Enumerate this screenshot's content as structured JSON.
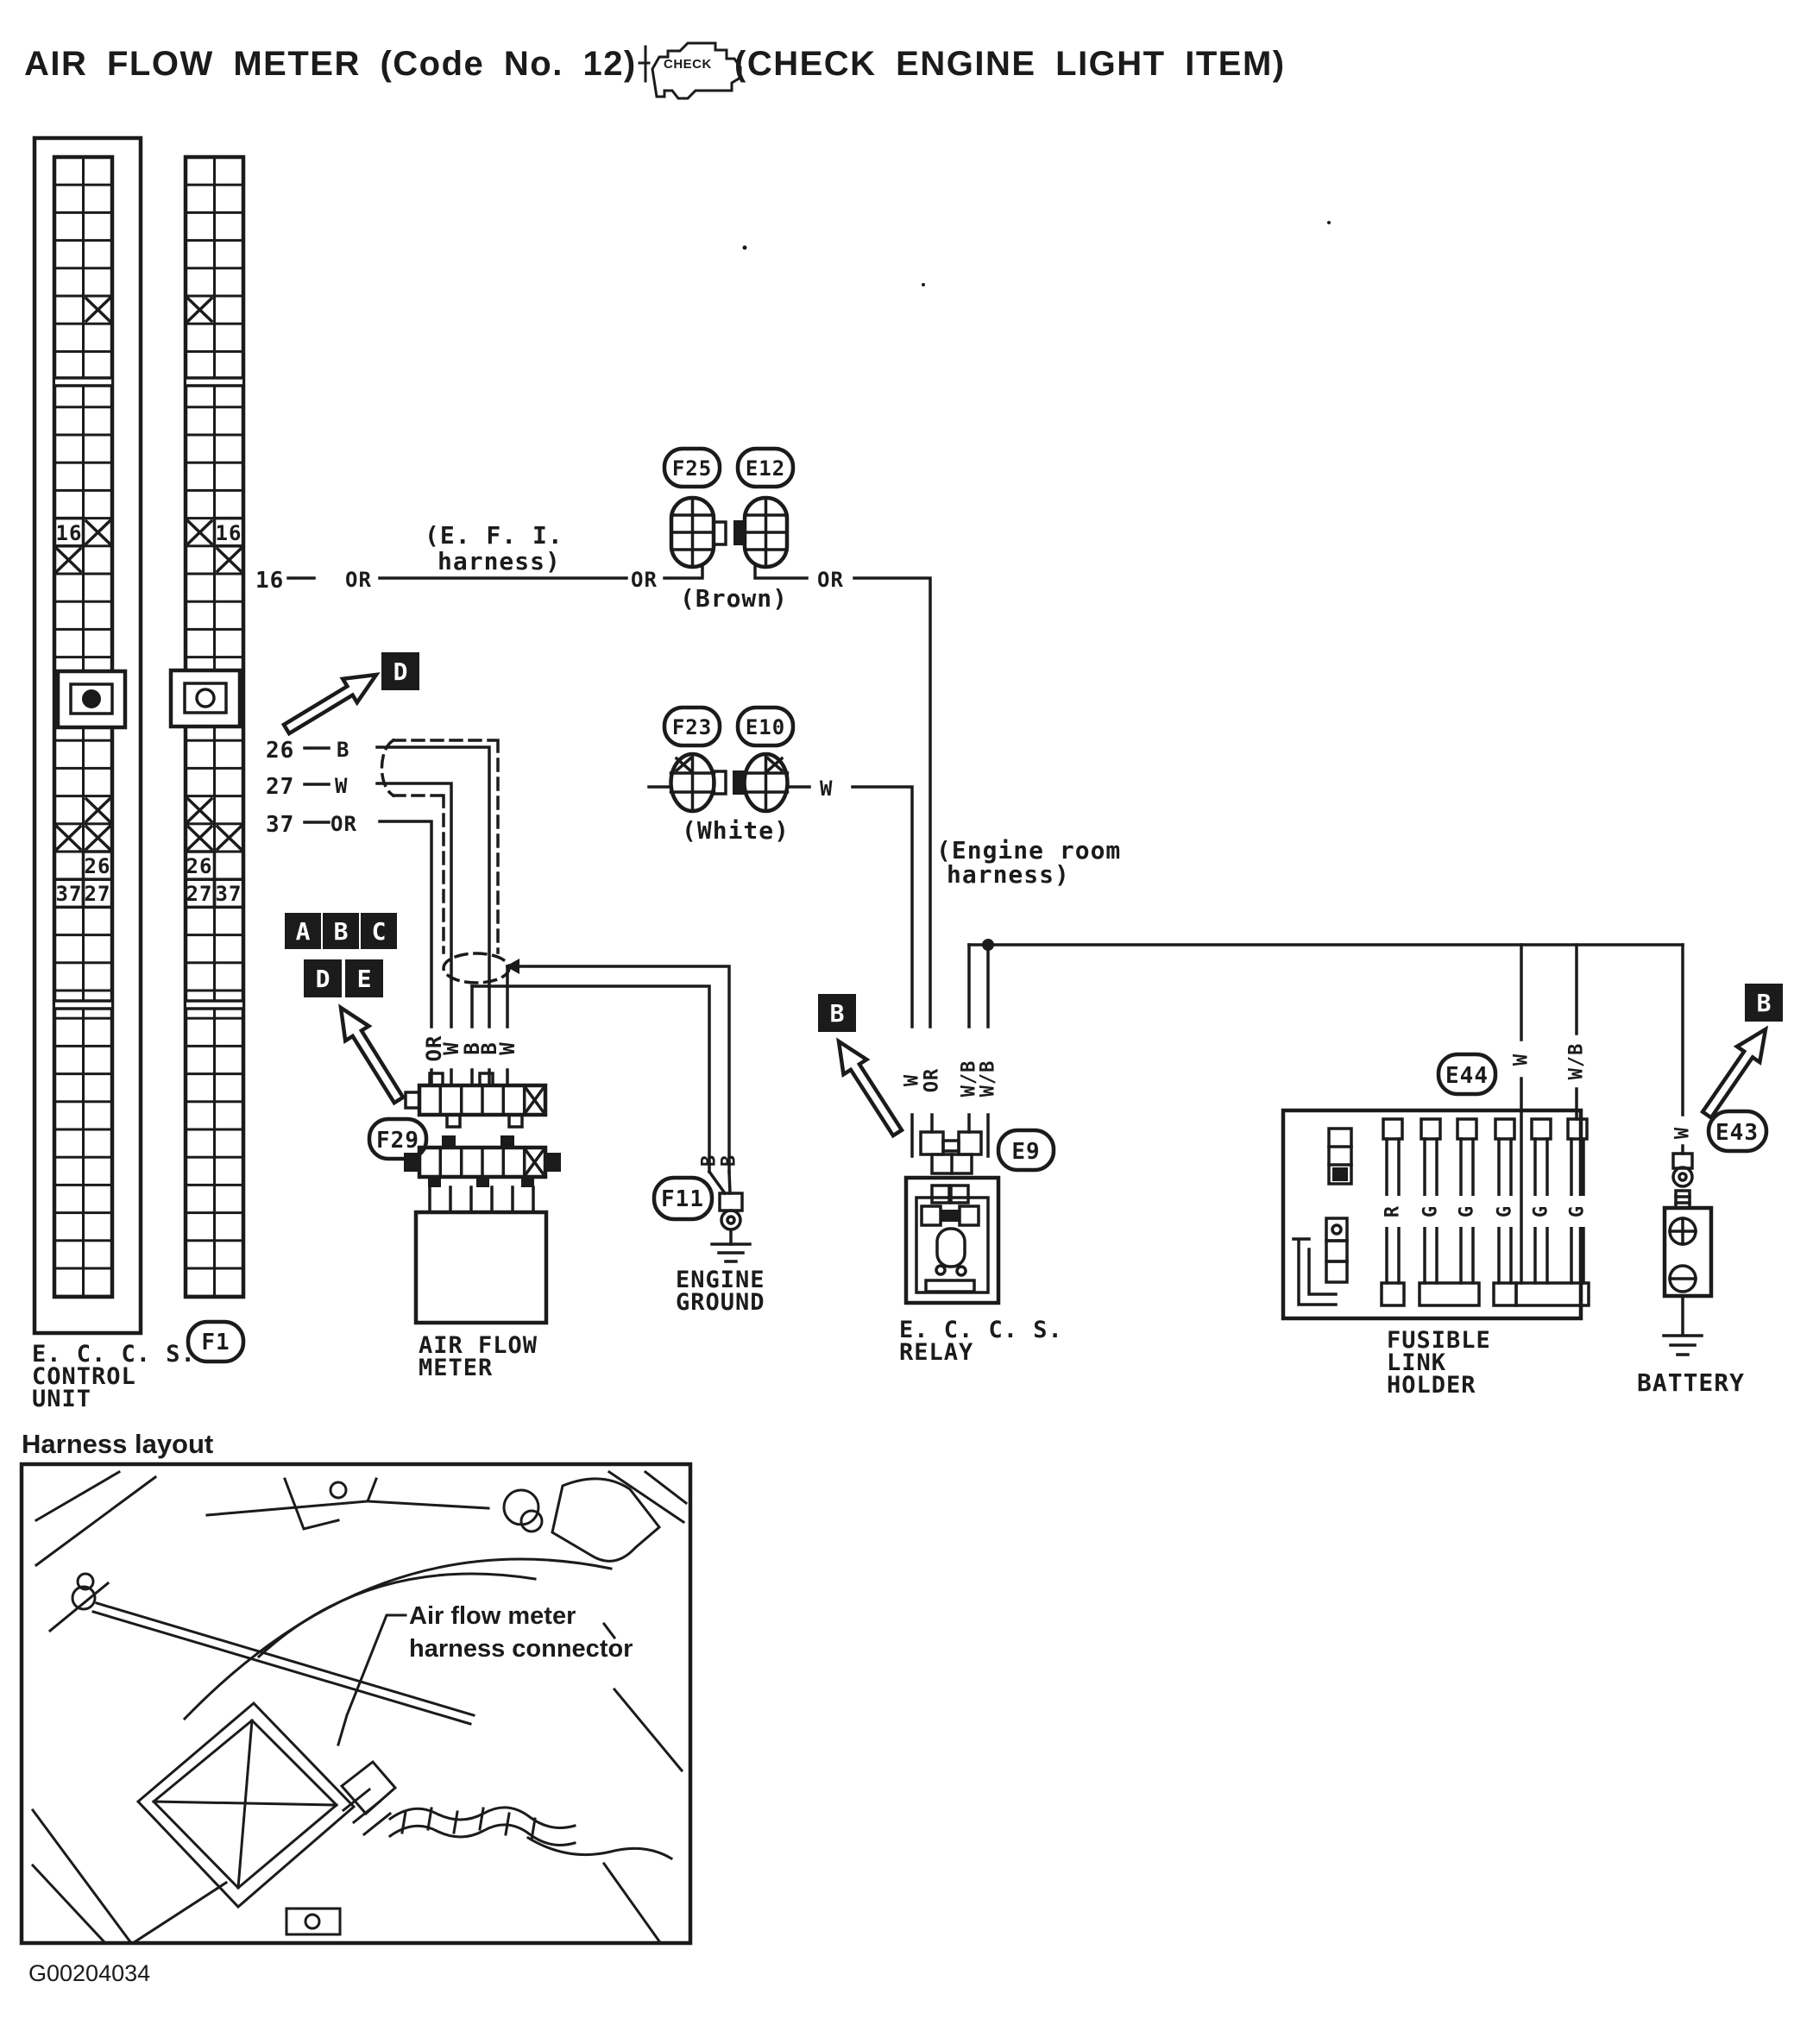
{
  "title": {
    "main": "AIR FLOW METER (Code No. 12)",
    "check_badge": "CHECK",
    "suffix": "(CHECK ENGINE LIGHT ITEM)"
  },
  "eccs_control_unit": {
    "name_lines": [
      "E. C. C. S.",
      "CONTROL",
      "UNIT"
    ],
    "connector_id": "F1",
    "strip1": {
      "pin_16": "16",
      "pin_26": "26",
      "pin_37": "37",
      "pin_27": "27"
    },
    "strip2": {
      "pin_16": "16",
      "pin_26": "26",
      "pin_27": "27",
      "pin_37": "37"
    }
  },
  "row_16": {
    "pin": "16",
    "color_left": "OR",
    "color_mid": "OR",
    "color_right": "OR",
    "efi_harness_lines": [
      "(E. F. I.",
      "harness)"
    ],
    "connector_left": "F25",
    "connector_right": "E12",
    "color_note": "(Brown)"
  },
  "row_w": {
    "connector_left": "F23",
    "connector_right": "E10",
    "color_note": "(White)",
    "color_right": "W"
  },
  "row_26": {
    "pin": "26",
    "color": "B"
  },
  "row_27": {
    "pin": "27",
    "color": "W"
  },
  "row_37": {
    "pin": "37",
    "color": "OR"
  },
  "engine_room_harness_lines": [
    "(Engine room",
    "harness)"
  ],
  "callouts": {
    "d": "D",
    "a": "A",
    "b": "B",
    "c": "C",
    "d2": "D",
    "e": "E",
    "b_relay": "B",
    "b_battery": "B"
  },
  "air_flow_meter": {
    "connector_id": "F29",
    "bundle_labels": [
      "OR",
      "W",
      "B",
      "B",
      "W"
    ],
    "name_lines": [
      "AIR FLOW",
      "METER"
    ]
  },
  "engine_ground": {
    "connector_id": "F11",
    "wire_labels": [
      "B",
      "B"
    ],
    "name_lines": [
      "ENGINE",
      "GROUND"
    ]
  },
  "eccs_relay": {
    "connector_id": "E9",
    "wire_labels": [
      "W",
      "OR",
      "W/B",
      "W/B"
    ],
    "name_lines": [
      "E. C. C. S.",
      "RELAY"
    ]
  },
  "fusible_link_holder": {
    "connector_id": "E44",
    "wire_w": "W",
    "wire_wb": "W/B",
    "links": [
      "R",
      "G",
      "G",
      "G",
      "G",
      "G"
    ],
    "name_lines": [
      "FUSIBLE",
      "LINK",
      "HOLDER"
    ]
  },
  "battery": {
    "connector_id": "E43",
    "wire_w": "W",
    "name": "BATTERY"
  },
  "harness_layout": {
    "heading": "Harness layout",
    "label_lines": [
      "Air flow meter",
      "harness connector"
    ]
  },
  "figure_id": "G00204034"
}
